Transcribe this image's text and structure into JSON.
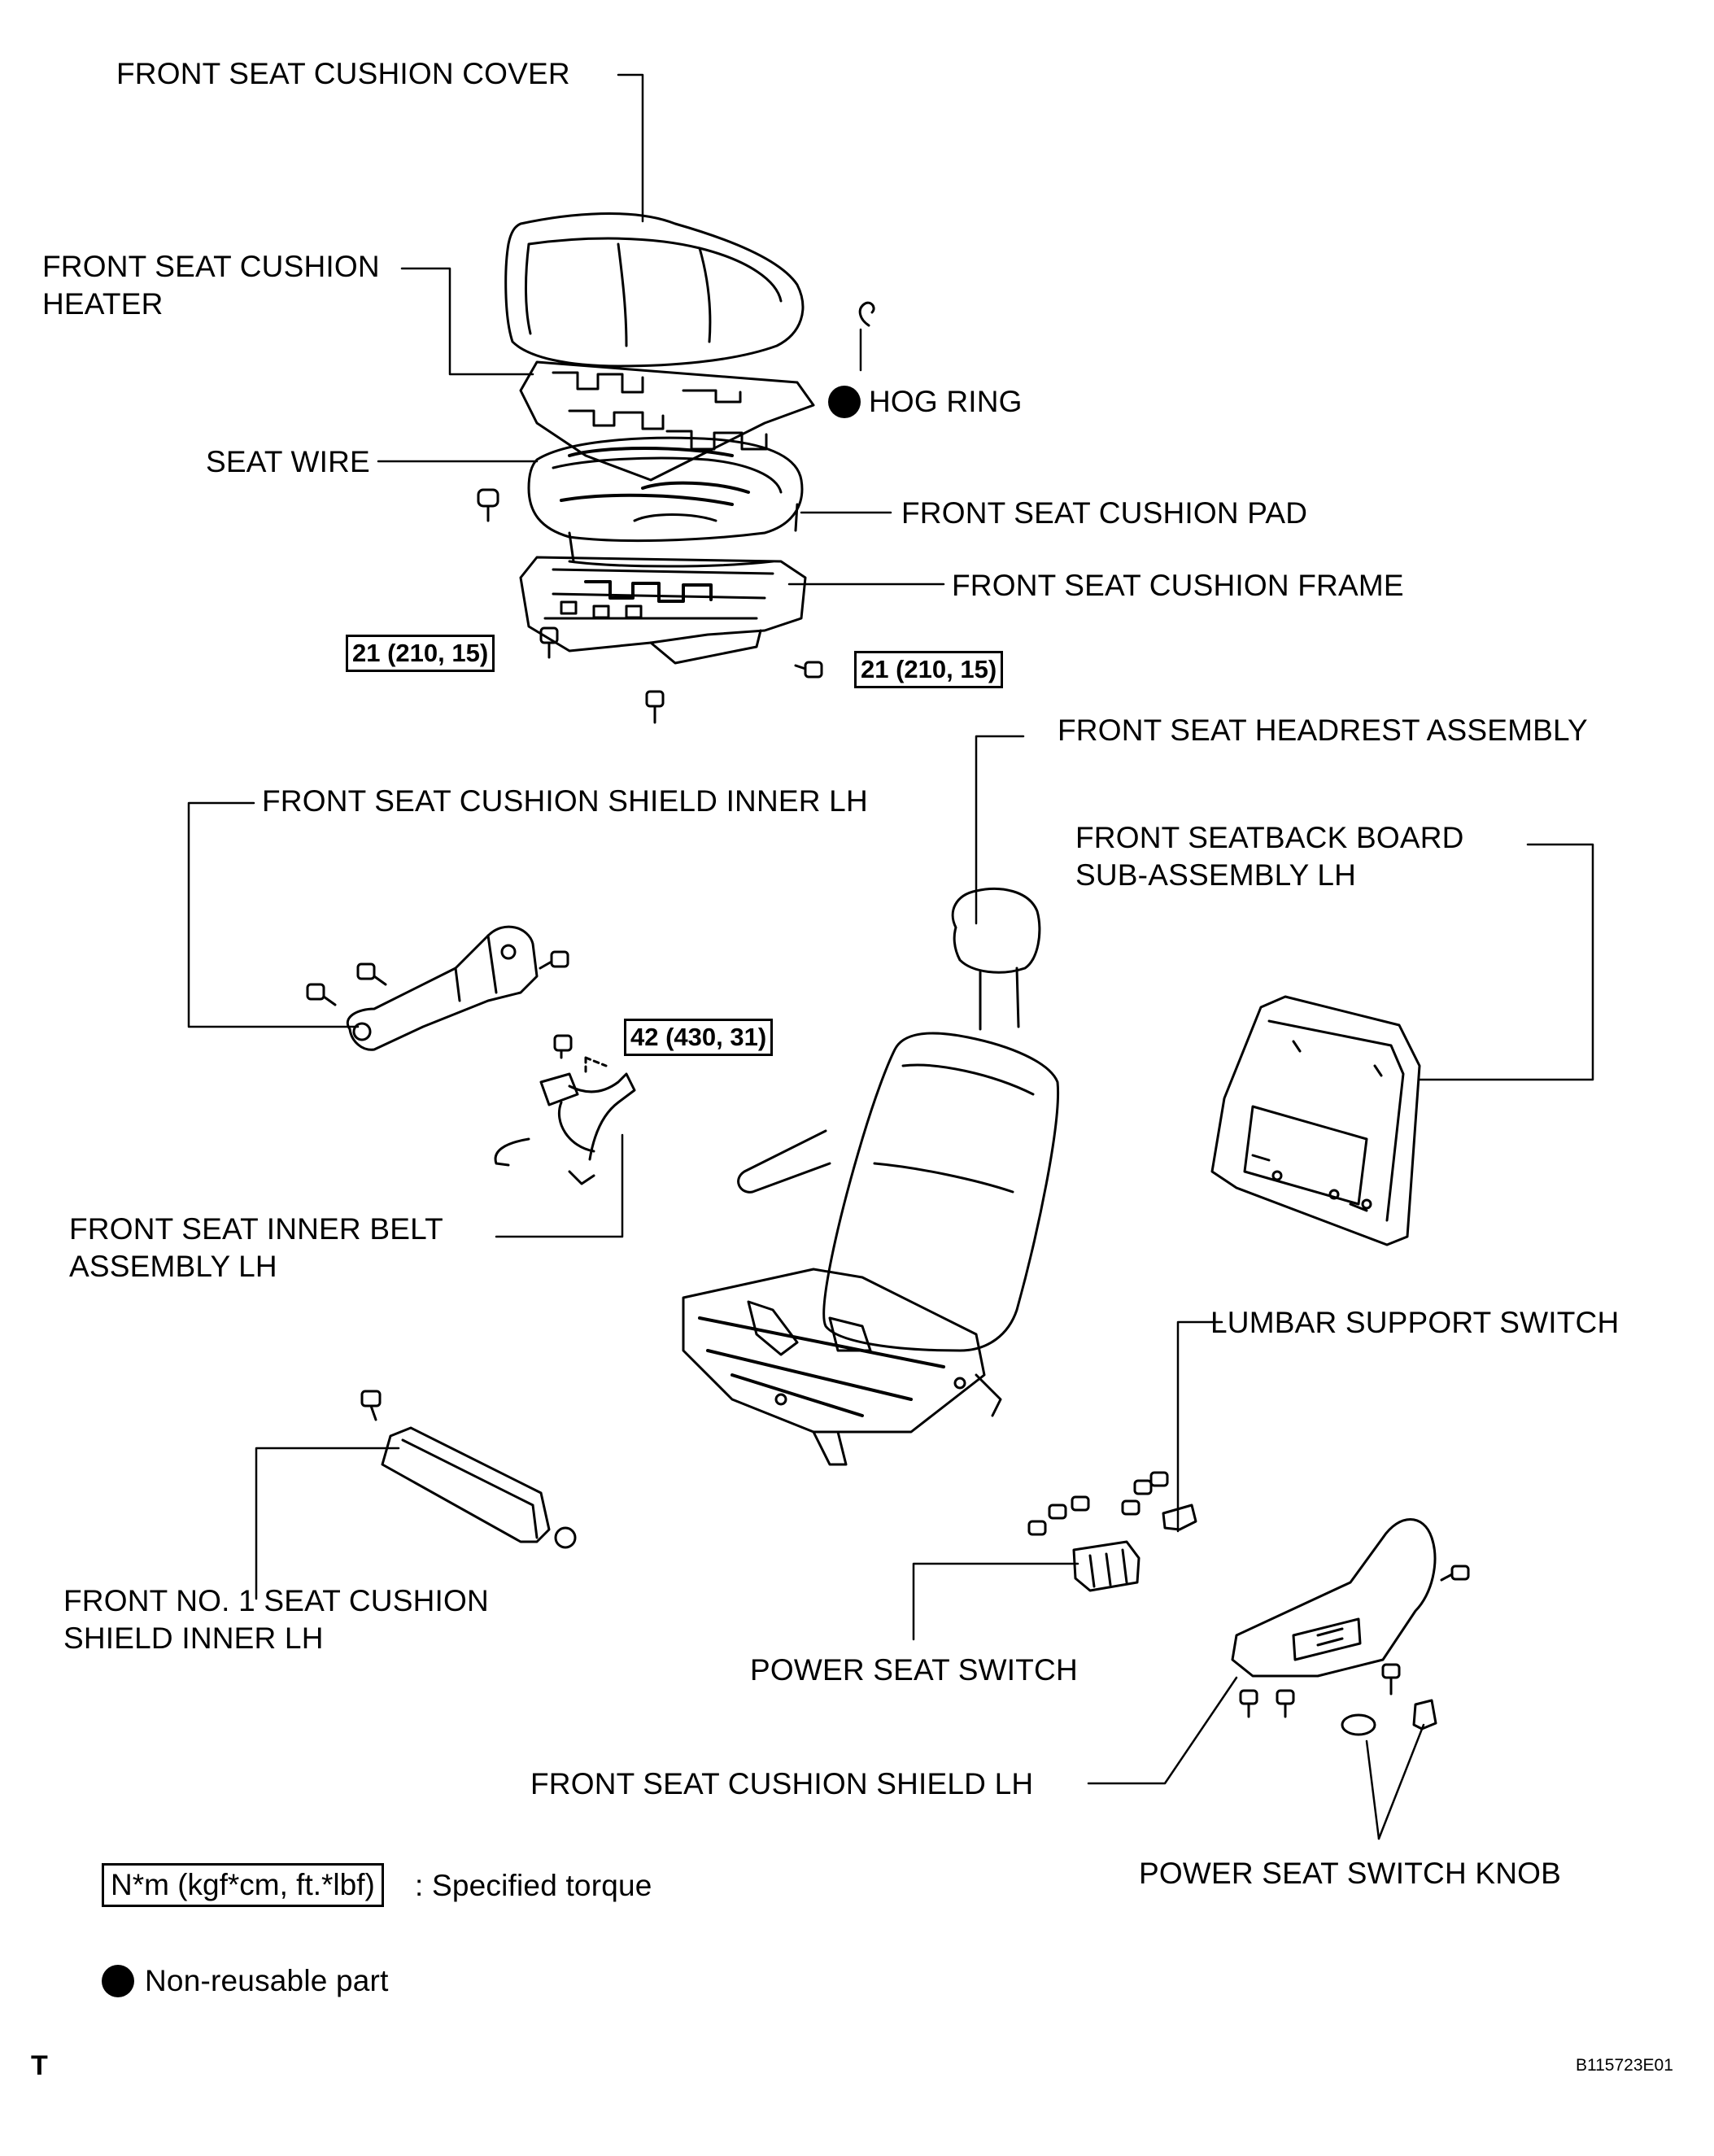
{
  "labels": {
    "cushion_cover": "FRONT SEAT CUSHION COVER",
    "cushion_heater_1": "FRONT SEAT CUSHION",
    "cushion_heater_2": "HEATER",
    "hog_ring": "HOG RING",
    "seat_wire": "SEAT WIRE",
    "cushion_pad": "FRONT SEAT CUSHION PAD",
    "cushion_frame": "FRONT SEAT CUSHION FRAME",
    "headrest": "FRONT SEAT HEADREST ASSEMBLY",
    "shield_inner": "FRONT SEAT CUSHION SHIELD INNER LH",
    "seatback_board_1": "FRONT SEATBACK BOARD",
    "seatback_board_2": "SUB-ASSEMBLY LH",
    "inner_belt_1": "FRONT SEAT INNER BELT",
    "inner_belt_2": "ASSEMBLY LH",
    "lumbar_switch": "LUMBAR SUPPORT SWITCH",
    "no1_shield_1": "FRONT NO. 1 SEAT CUSHION",
    "no1_shield_2": "SHIELD INNER LH",
    "power_switch": "POWER SEAT SWITCH",
    "cushion_shield": "FRONT SEAT CUSHION SHIELD LH",
    "switch_knob": "POWER SEAT SWITCH KNOB"
  },
  "torques": {
    "frame_left": "21 (210, 15)",
    "frame_right": "21 (210, 15)",
    "belt": "42 (430, 31)"
  },
  "legend": {
    "torque_box": "N*m (kgf*cm, ft.*lbf)",
    "torque_text": ": Specified torque",
    "nonreusable_text": "Non-reusable part"
  },
  "corner_mark": "T",
  "drawing_id": "B115723E01",
  "colors": {
    "ink": "#000000",
    "paper": "#ffffff"
  }
}
